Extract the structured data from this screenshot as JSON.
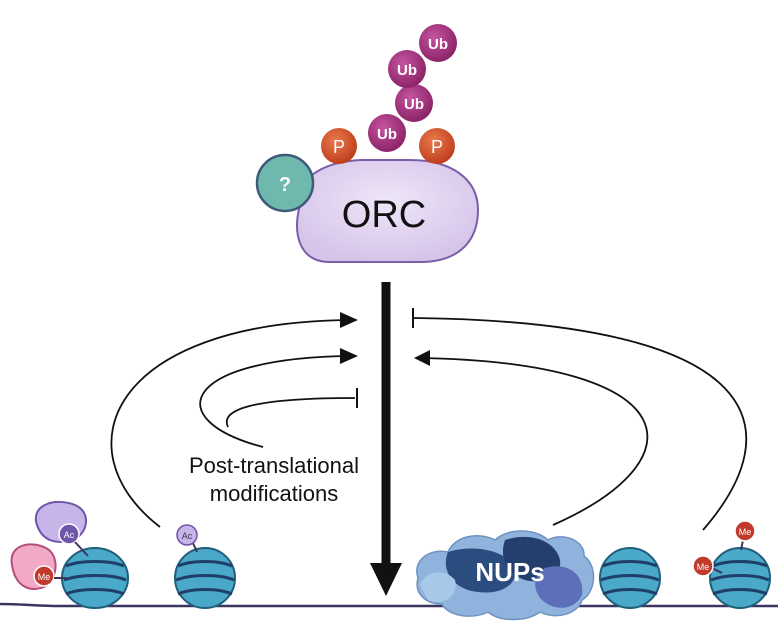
{
  "orc": {
    "label": "ORC",
    "unknown_label": "?"
  },
  "ubiquitin": {
    "label": "Ub",
    "count": 4
  },
  "phospho": {
    "label": "P",
    "count": 2
  },
  "caption": {
    "line1": "Post-translational",
    "line2": "modifications"
  },
  "nups": {
    "label": "NUPs"
  },
  "marks": {
    "acetyl": "Ac",
    "methyl": "Me"
  },
  "colors": {
    "orc_fill": "#e3d6f1",
    "orc_stroke": "#7b5ea7",
    "ub_fill": "#a8327e",
    "phospho_fill": "#d8542b",
    "unknown_fill": "#6fb8ae",
    "nucleosome": "#4aa8c8",
    "nup_dark": "#243f6e",
    "dna": "#3b3560"
  }
}
